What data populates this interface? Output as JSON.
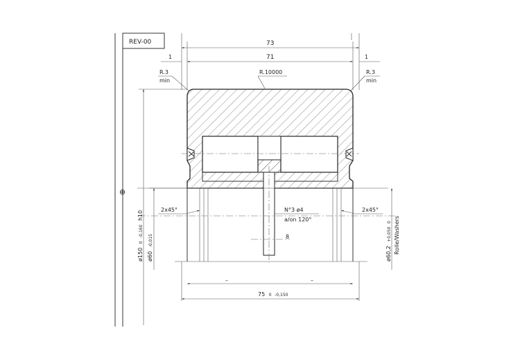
{
  "revision": "REV-00",
  "dimensions": {
    "overall_width": "73",
    "inner_width": "71",
    "offset_left": "1",
    "offset_right": "1",
    "radius_left": "R.3",
    "radius_left_note": "min",
    "radius_right": "R.3",
    "radius_right_note": "min",
    "crown_radius": "R.10000",
    "chamfer_left": "2x45°",
    "chamfer_right": "2x45°",
    "holes": "N°3 ø4",
    "holes_spacing": "a/on 120°",
    "groove": "8",
    "outer_diameter": "ø150",
    "outer_diameter_tol_upper": "0",
    "outer_diameter_tol_lower": "-0,160",
    "outer_diameter_fit": "h10",
    "inner_diameter": "ø60",
    "inner_diameter_tol": "-0,015",
    "bore_diameter": "ø60,2",
    "bore_tol_upper": "+0,050",
    "bore_tol_lower": "0",
    "washers_label": "Rolle/Washers",
    "overall_length": "75",
    "overall_length_tol_upper": "0",
    "overall_length_tol_lower": "-0,150",
    "dash_left": "–",
    "dash_right": "–"
  }
}
